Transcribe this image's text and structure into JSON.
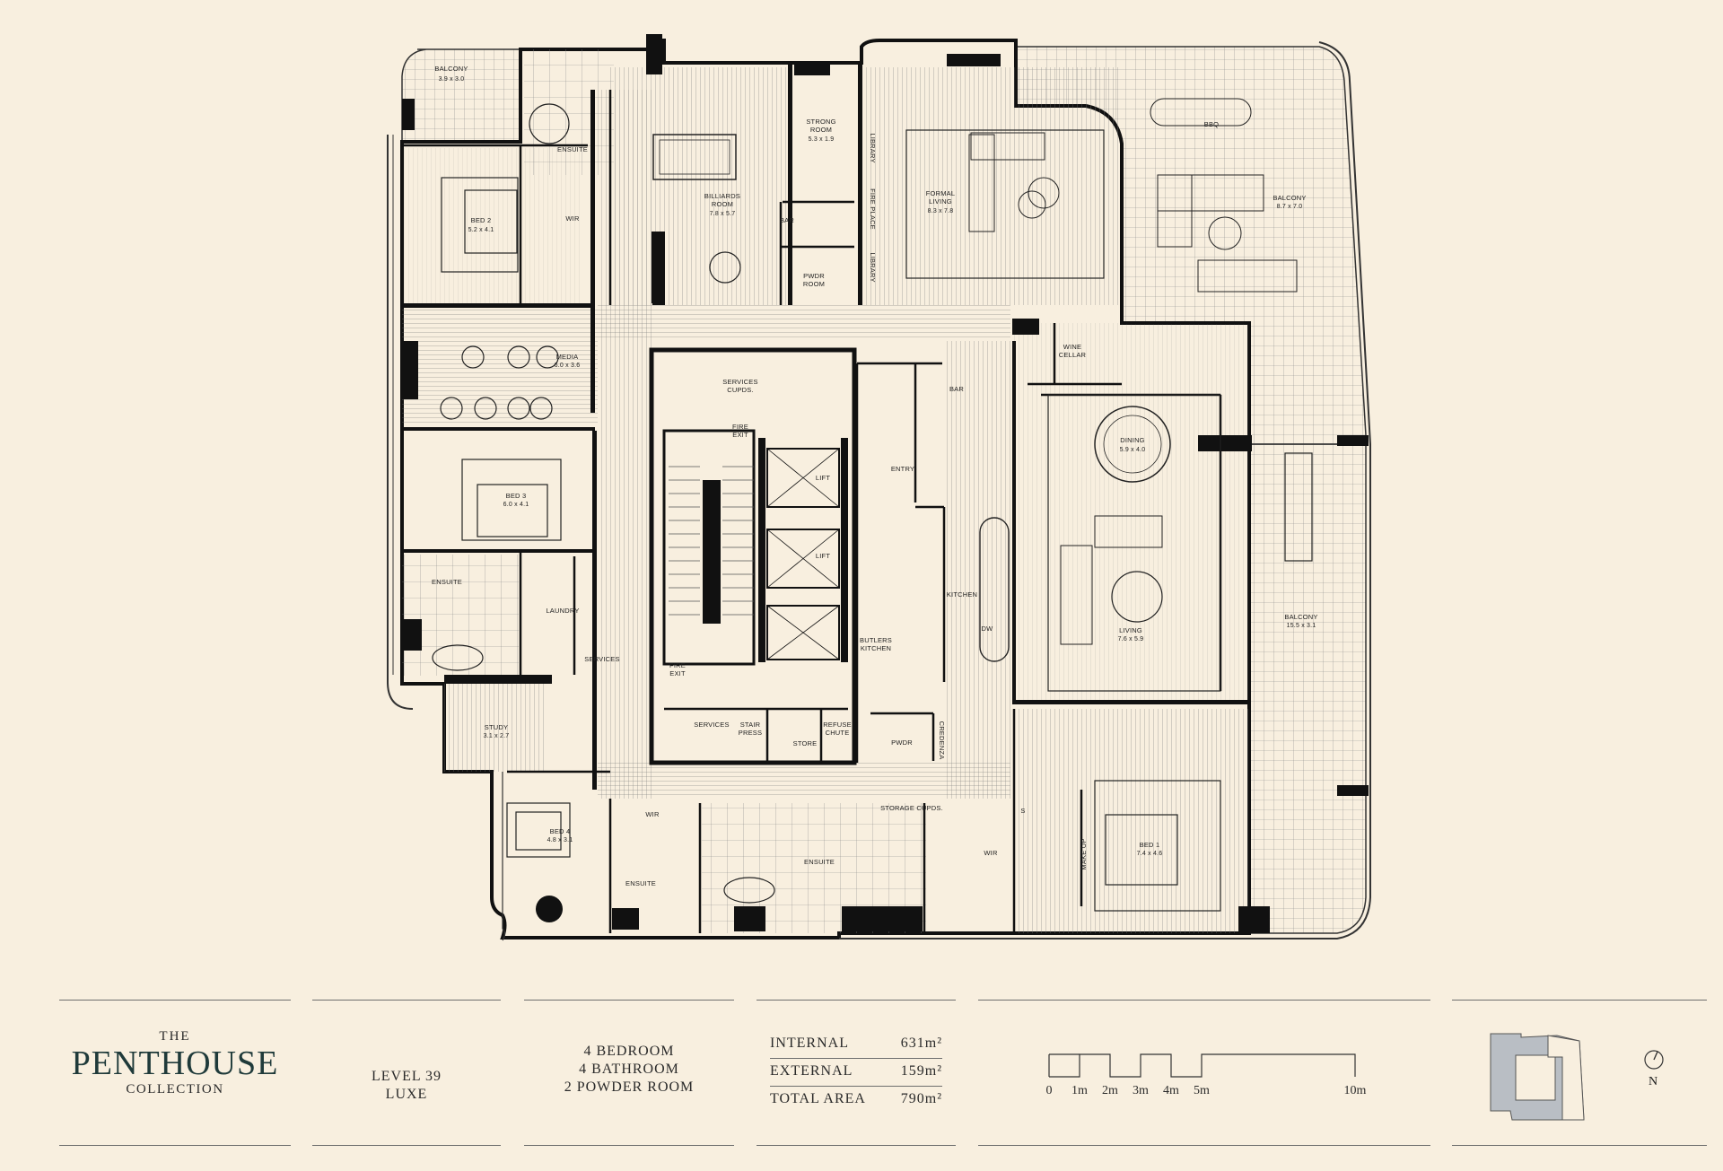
{
  "footer": {
    "brand": {
      "the": "THE",
      "main": "PENTHOUSE",
      "sub": "COLLECTION"
    },
    "level": {
      "line1": "LEVEL 39",
      "line2": "LUXE"
    },
    "rooms": {
      "line1": "4 BEDROOM",
      "line2": "4 BATHROOM",
      "line3": "2 POWDER ROOM"
    },
    "areas": [
      {
        "label": "INTERNAL",
        "value": "631m²"
      },
      {
        "label": "EXTERNAL",
        "value": "159m²"
      },
      {
        "label": "TOTAL AREA",
        "value": "790m²"
      }
    ],
    "scale_labels": [
      "0",
      "1m",
      "2m",
      "3m",
      "4m",
      "5m",
      "10m"
    ],
    "north": "N"
  },
  "rooms": {
    "balcony_nw": {
      "name": "BALCONY",
      "dim": "3.9 x 3.0"
    },
    "ensuite_nw": {
      "name": "ENSUITE"
    },
    "bed2": {
      "name": "BED 2",
      "dim": "5.2 x 4.1"
    },
    "wir_bed2": {
      "name": "WIR"
    },
    "billiards": {
      "name": "BILLIARDS",
      "name2": "ROOM",
      "dim": "7.8 x 5.7"
    },
    "strong_room": {
      "name": "STRONG",
      "name2": "ROOM",
      "dim": "5.3 x 1.9"
    },
    "bar_small": {
      "name": "BAR"
    },
    "pwdr_room": {
      "name": "PWDR",
      "name2": "ROOM"
    },
    "library1": {
      "name": "LIBRARY"
    },
    "fire_place": {
      "name": "FIRE PLACE"
    },
    "library2": {
      "name": "LIBRARY"
    },
    "formal_living": {
      "name": "FORMAL",
      "name2": "LIVING",
      "dim": "8.3 x 7.8"
    },
    "bbq": {
      "name": "BBQ"
    },
    "balcony_ne": {
      "name": "BALCONY",
      "dim": "8.7 x 7.0"
    },
    "media": {
      "name": "MEDIA",
      "dim": "6.0 x 3.6"
    },
    "services_cupds": {
      "name": "SERVICES",
      "name2": "CUPDS."
    },
    "fire_exit_top": {
      "name": "FIRE",
      "name2": "EXIT"
    },
    "bar": {
      "name": "BAR"
    },
    "wine_cellar": {
      "name": "WINE",
      "name2": "CELLAR"
    },
    "dining": {
      "name": "DINING",
      "dim": "5.9 x 4.0"
    },
    "lift1": {
      "name": "LIFT"
    },
    "lift2": {
      "name": "LIFT"
    },
    "entry": {
      "name": "ENTRY"
    },
    "bed3": {
      "name": "BED 3",
      "dim": "6.0 x 4.1"
    },
    "ensuite_w": {
      "name": "ENSUITE"
    },
    "laundry": {
      "name": "LAUNDRY"
    },
    "services_w": {
      "name": "SERVICES"
    },
    "kitchen": {
      "name": "KITCHEN"
    },
    "dw": {
      "name": "DW"
    },
    "butlers": {
      "name": "BUTLERS",
      "name2": "KITCHEN"
    },
    "living": {
      "name": "LIVING",
      "dim": "7.6 x 5.9"
    },
    "balcony_e": {
      "name": "BALCONY",
      "dim": "15.5 x 3.1"
    },
    "fire_exit_bot": {
      "name": "FIRE",
      "name2": "EXIT"
    },
    "services_c": {
      "name": "SERVICES"
    },
    "stair_press": {
      "name": "STAIR",
      "name2": "PRESS"
    },
    "store": {
      "name": "STORE"
    },
    "refuse": {
      "name": "REFUSE",
      "name2": "CHUTE"
    },
    "pwdr2": {
      "name": "PWDR"
    },
    "credenza": {
      "name": "CREDENZA"
    },
    "study": {
      "name": "STUDY",
      "dim": "3.1 x 2.7"
    },
    "bed4": {
      "name": "BED 4",
      "dim": "4.8 x 3.1"
    },
    "wir_bed4": {
      "name": "WIR"
    },
    "ensuite_sw": {
      "name": "ENSUITE"
    },
    "ensuite_s": {
      "name": "ENSUITE"
    },
    "storage": {
      "name": "STORAGE CUPDS."
    },
    "wir_bed1": {
      "name": "WIR"
    },
    "make_up": {
      "name": "MAKE UP"
    },
    "bed1": {
      "name": "BED 1",
      "dim": "7.4 x 4.6"
    },
    "s_label": {
      "name": "S"
    }
  },
  "colors": {
    "background": "#f8efdf",
    "wall": "#111111",
    "line": "#3a3a3a",
    "keyplan": "#b9bec4"
  }
}
